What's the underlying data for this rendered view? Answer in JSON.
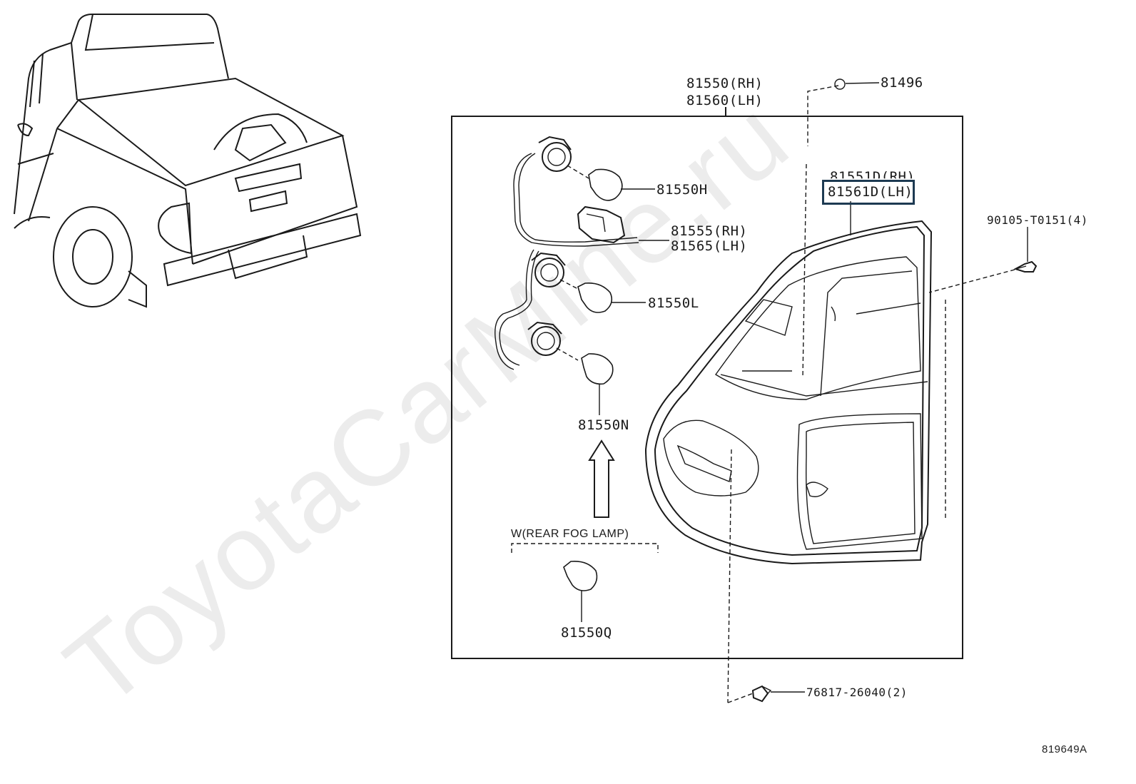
{
  "watermark": "ToyotaCarMine.ru",
  "figure_number": "819649A",
  "parts": {
    "assembly_rh": "81550(RH)",
    "assembly_lh": "81560(LH)",
    "nut": "81496",
    "lens_rh": "81551D(RH)",
    "lens_lh": "81561D(LH)",
    "screw": "90105-T0151(4)",
    "bulb_h": "81550H",
    "socket_rh": "81555(RH)",
    "socket_lh": "81565(LH)",
    "bulb_l": "81550L",
    "bulb_n": "81550N",
    "fog_note": "W(REAR FOG LAMP)",
    "bulb_q": "81550Q",
    "clip": "76817-26040(2)"
  },
  "highlighted_part": "81561D(LH)",
  "colors": {
    "line": "#1a1a1a",
    "highlight": "#1d3a52",
    "watermark": "#ececec"
  }
}
